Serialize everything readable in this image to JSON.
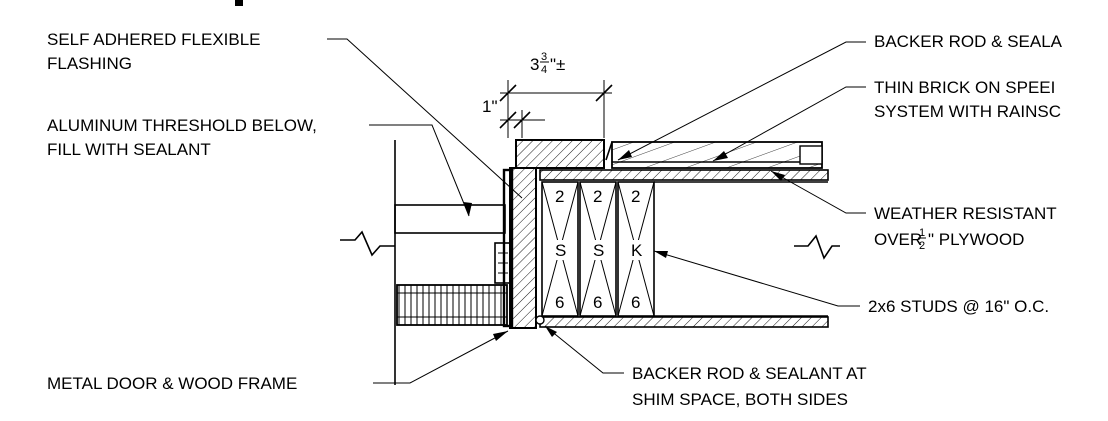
{
  "diagram": {
    "labels": {
      "self_adhered_1": "SELF ADHERED FLEXIBLE",
      "self_adhered_2": "FLASHING",
      "threshold_1": "ALUMINUM THRESHOLD BELOW,",
      "threshold_2": "FILL WITH SEALANT",
      "metal_door": "METAL DOOR & WOOD FRAME",
      "backer_top": "BACKER ROD & SEALA",
      "thin_brick_1": "THIN BRICK ON SPEEI",
      "thin_brick_2": "SYSTEM WITH RAINSC",
      "weather_1": "WEATHER RESISTANT",
      "weather_2a": "OVER ",
      "weather_2b": "\" PLYWOOD",
      "studs": "2x6 STUDS @ 16\" O.C.",
      "backer_bottom_1": "BACKER ROD & SEALANT AT",
      "backer_bottom_2": "SHIM SPACE, BOTH SIDES"
    },
    "dimensions": {
      "dim_big_whole": "3",
      "dim_big_num": "3",
      "dim_big_den": "4",
      "dim_big_suffix": "\"±",
      "dim_small": "1\"",
      "half_num": "1",
      "half_den": "2"
    },
    "stud_marks": {
      "top": [
        "2",
        "2",
        "2"
      ],
      "mid": [
        "S",
        "S",
        "K"
      ],
      "bottom": [
        "6",
        "6",
        "6"
      ]
    },
    "title_fragment": "▪ = 1 ½ = 1 0"
  }
}
